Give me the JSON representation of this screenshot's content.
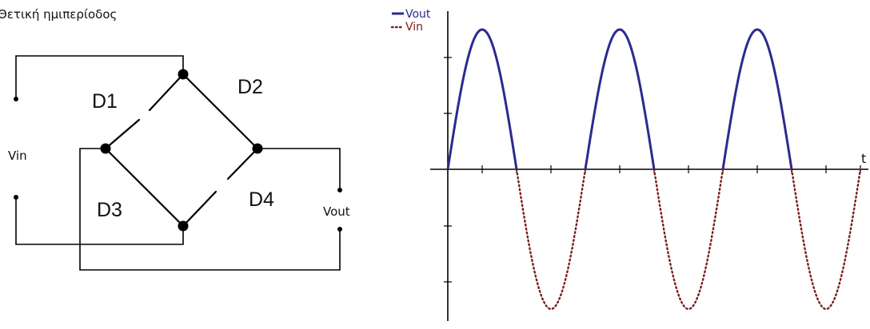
{
  "diagram": {
    "title": "Θετική ημιπερίοδος",
    "labels": {
      "d1": "D1",
      "d2": "D2",
      "d3": "D3",
      "d4": "D4",
      "vin": "Vin",
      "vout": "Vout"
    }
  },
  "chart_data": {
    "type": "line",
    "xlabel": "t",
    "legend": [
      "Vout",
      "Vin"
    ],
    "legend_position": "top-left",
    "cycles": 3,
    "series": [
      {
        "name": "Vout",
        "shape": "sine positive half-cycles only",
        "color": "#2b2b8f",
        "style": "solid"
      },
      {
        "name": "Vin",
        "shape": "sine negative half-cycles",
        "color": "#7a1a1a",
        "style": "dotted"
      }
    ],
    "grid": false
  }
}
